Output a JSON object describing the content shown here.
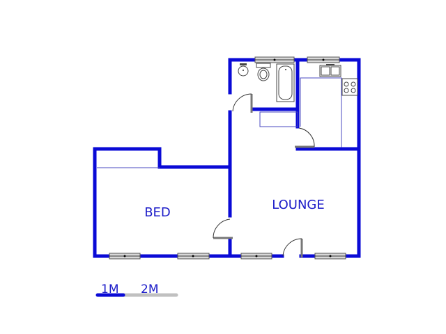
{
  "plan": {
    "rooms": [
      {
        "label": "BED"
      },
      {
        "label": "LOUNGE"
      }
    ],
    "scale_bar": {
      "labels": [
        "1M",
        "2M"
      ]
    },
    "colors": {
      "wall": "#0a0ad6",
      "window": "#d8d8d8",
      "scale_secondary": "#c0c0c0"
    }
  }
}
